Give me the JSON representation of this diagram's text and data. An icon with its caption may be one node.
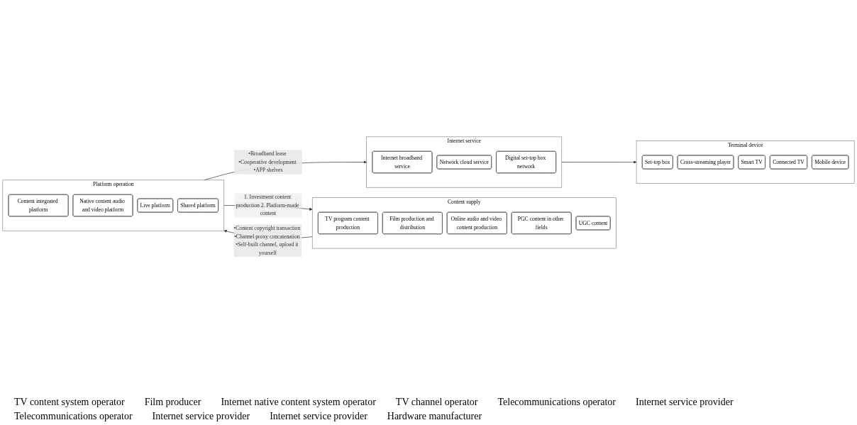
{
  "diagram": {
    "nodes": [
      {
        "text": [
          "Content supply"
        ]
      },
      {
        "text": [
          "TV program content production"
        ],
        "in": 0
      },
      {
        "text": [
          "Film production and distribution"
        ],
        "in": 0
      },
      {
        "text": [
          "Online audio and video content production"
        ],
        "in": 0
      },
      {
        "text": [
          "PGC content in other fields"
        ],
        "in": 0
      },
      {
        "text": [
          "UGC content"
        ],
        "in": 0
      },
      {
        "text": [
          "Platform operation"
        ]
      },
      {
        "text": [
          "Content integrated platform"
        ],
        "in": 6
      },
      {
        "text": [
          "Native content audio and video platform"
        ],
        "in": 6
      },
      {
        "text": [
          "Live platform"
        ],
        "in": 6
      },
      {
        "text": [
          "Shared platform"
        ],
        "in": 6
      },
      {
        "text": [
          "Internet service"
        ]
      },
      {
        "text": [
          "Internet broadband service"
        ],
        "in": 11
      },
      {
        "text": [
          "Network cloud service"
        ],
        "in": 11
      },
      {
        "text": [
          "Digital set-top box network"
        ],
        "in": 11
      },
      {
        "text": [
          "Terminal device"
        ]
      },
      {
        "text": [
          "Set-top box"
        ],
        "in": 15
      },
      {
        "text": [
          "Cross-streaming player"
        ],
        "in": 15
      },
      {
        "text": [
          "Smart TV"
        ],
        "in": 15
      },
      {
        "text": [
          "Connected TV"
        ],
        "in": 15
      },
      {
        "text": [
          "Mobile device"
        ],
        "in": 15
      }
    ],
    "edges": [
      {
        "from": 0,
        "to": 6,
        "arrow": "to",
        "label": "•Content copyright transaction •Channel proxy concatenation •Self-built channel, upload it yourself"
      },
      {
        "from": 6,
        "to": 0,
        "arrow": "to",
        "label": "1. Investment content production 2. Platform-made content"
      },
      {
        "from": 6,
        "to": 11,
        "arrow": "to",
        "label": "•Broadband lease •Cooperative development •APP shelves"
      },
      {
        "from": 11,
        "to": 15,
        "arrow": "to"
      }
    ],
    "labels": [
      "TV content system operator",
      "Film producer",
      "Internet native content system operator",
      "TV channel operator",
      "Telecommunications operator",
      "Internet service provider",
      "Telecommunications operator",
      "Internet service provider",
      "Internet service provider",
      "Hardware manufacturer"
    ]
  }
}
